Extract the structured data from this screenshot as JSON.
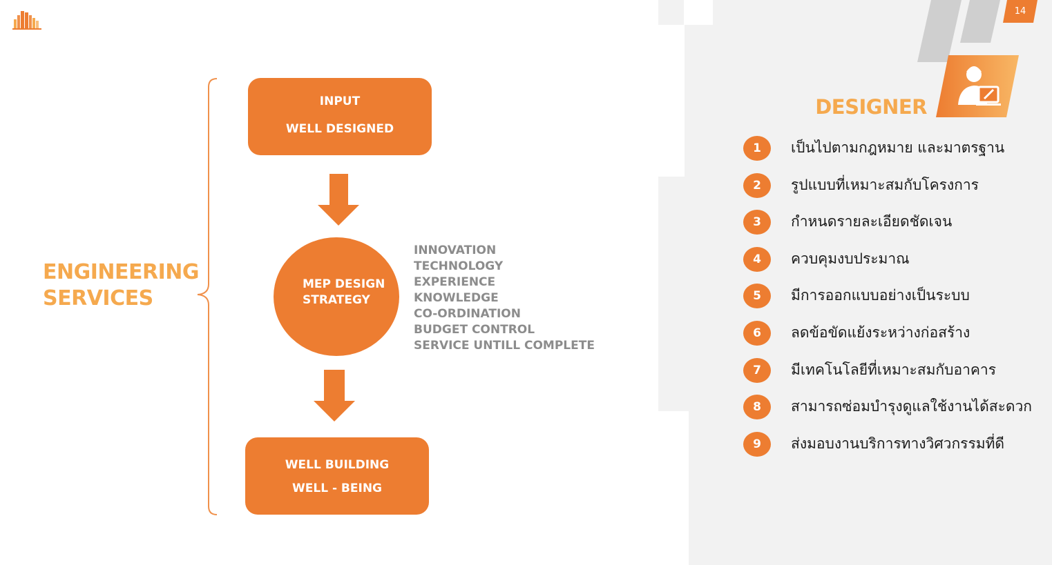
{
  "page_number": "14",
  "colors": {
    "accent": "#ed7d31",
    "accent_light": "#f5a94e",
    "attr_gray": "#8c8c8c",
    "panel_bg": "#f2f2f2"
  },
  "left": {
    "title_lines": [
      "ENGINEERING",
      "SERVICES"
    ],
    "input_box": [
      "INPUT",
      "WELL DESIGNED"
    ],
    "strategy_lines": [
      "MEP DESIGN",
      "STRATEGY"
    ],
    "attributes": [
      "INNOVATION",
      "TECHNOLOGY",
      "EXPERIENCE",
      "KNOWLEDGE",
      "CO-ORDINATION",
      "BUDGET CONTROL",
      "SERVICE UNTILL COMPLETE"
    ],
    "output_box": [
      "WELL BUILDING",
      "WELL - BEING"
    ]
  },
  "right": {
    "title": "DESIGNER",
    "icon": "designer-icon",
    "items": [
      {
        "num": "1",
        "text": "เป็นไปตามกฎหมาย และมาตรฐาน"
      },
      {
        "num": "2",
        "text": "รูปแบบที่เหมาะสมกับโครงการ"
      },
      {
        "num": "3",
        "text": "กำหนดรายละเอียดชัดเจน"
      },
      {
        "num": "4",
        "text": "ควบคุมงบประมาณ"
      },
      {
        "num": "5",
        "text": "มีการออกแบบอย่างเป็นระบบ"
      },
      {
        "num": "6",
        "text": "ลดข้อขัดแย้งระหว่างก่อสร้าง"
      },
      {
        "num": "7",
        "text": "มีเทคโนโลยีที่เหมาะสมกับอาคาร"
      },
      {
        "num": "8",
        "text": "สามารถซ่อมบำรุงดูแลใช้งานได้สะดวก"
      },
      {
        "num": "9",
        "text": "ส่งมอบงานบริการทางวิศวกรรมที่ดี"
      }
    ]
  }
}
